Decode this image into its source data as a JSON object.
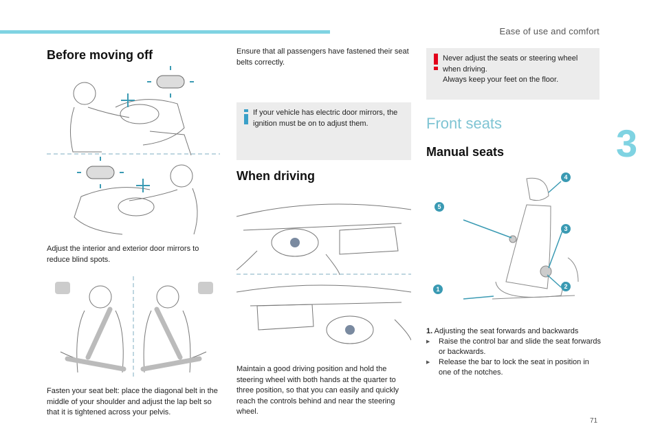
{
  "header": {
    "section": "Ease of use and comfort",
    "chapter": "3",
    "page": "71"
  },
  "col1": {
    "title": "Before moving off",
    "mirror_caption": "Adjust the interior and exterior door mirrors to reduce blind spots.",
    "belt_caption": "Fasten your seat belt: place the diagonal belt in the middle of your shoulder and adjust the lap belt so that it is tightened across your pelvis."
  },
  "col2": {
    "intro": "Ensure that all passengers have fastened their seat belts correctly.",
    "info_note": "If your vehicle has electric door mirrors, the ignition must be on to adjust them.",
    "title": "When driving",
    "driving_caption": "Maintain a good driving position and hold the steering wheel with both hands at the quarter to three position, so that you can easily and quickly reach the controls behind and near the steering wheel."
  },
  "col3": {
    "warning_line1": "Never adjust the seats or steering wheel when driving.",
    "warning_line2": "Always keep your feet on the floor.",
    "title": "Front seats",
    "subtitle": "Manual seats",
    "item1_num": "1.",
    "item1_title": "Adjusting the seat forwards and backwards",
    "bullet1": "Raise the control bar and slide the seat forwards or backwards.",
    "bullet2": "Release the bar to lock the seat in position in one of the notches.",
    "callouts": [
      "1",
      "2",
      "3",
      "4",
      "5"
    ]
  },
  "colors": {
    "accent": "#7fd3e2",
    "teal_callout": "#3a9ab3",
    "warning": "#e2001a",
    "note_bg": "#ececec"
  },
  "icons": {
    "info": "info-icon",
    "warning": "warning-icon"
  }
}
